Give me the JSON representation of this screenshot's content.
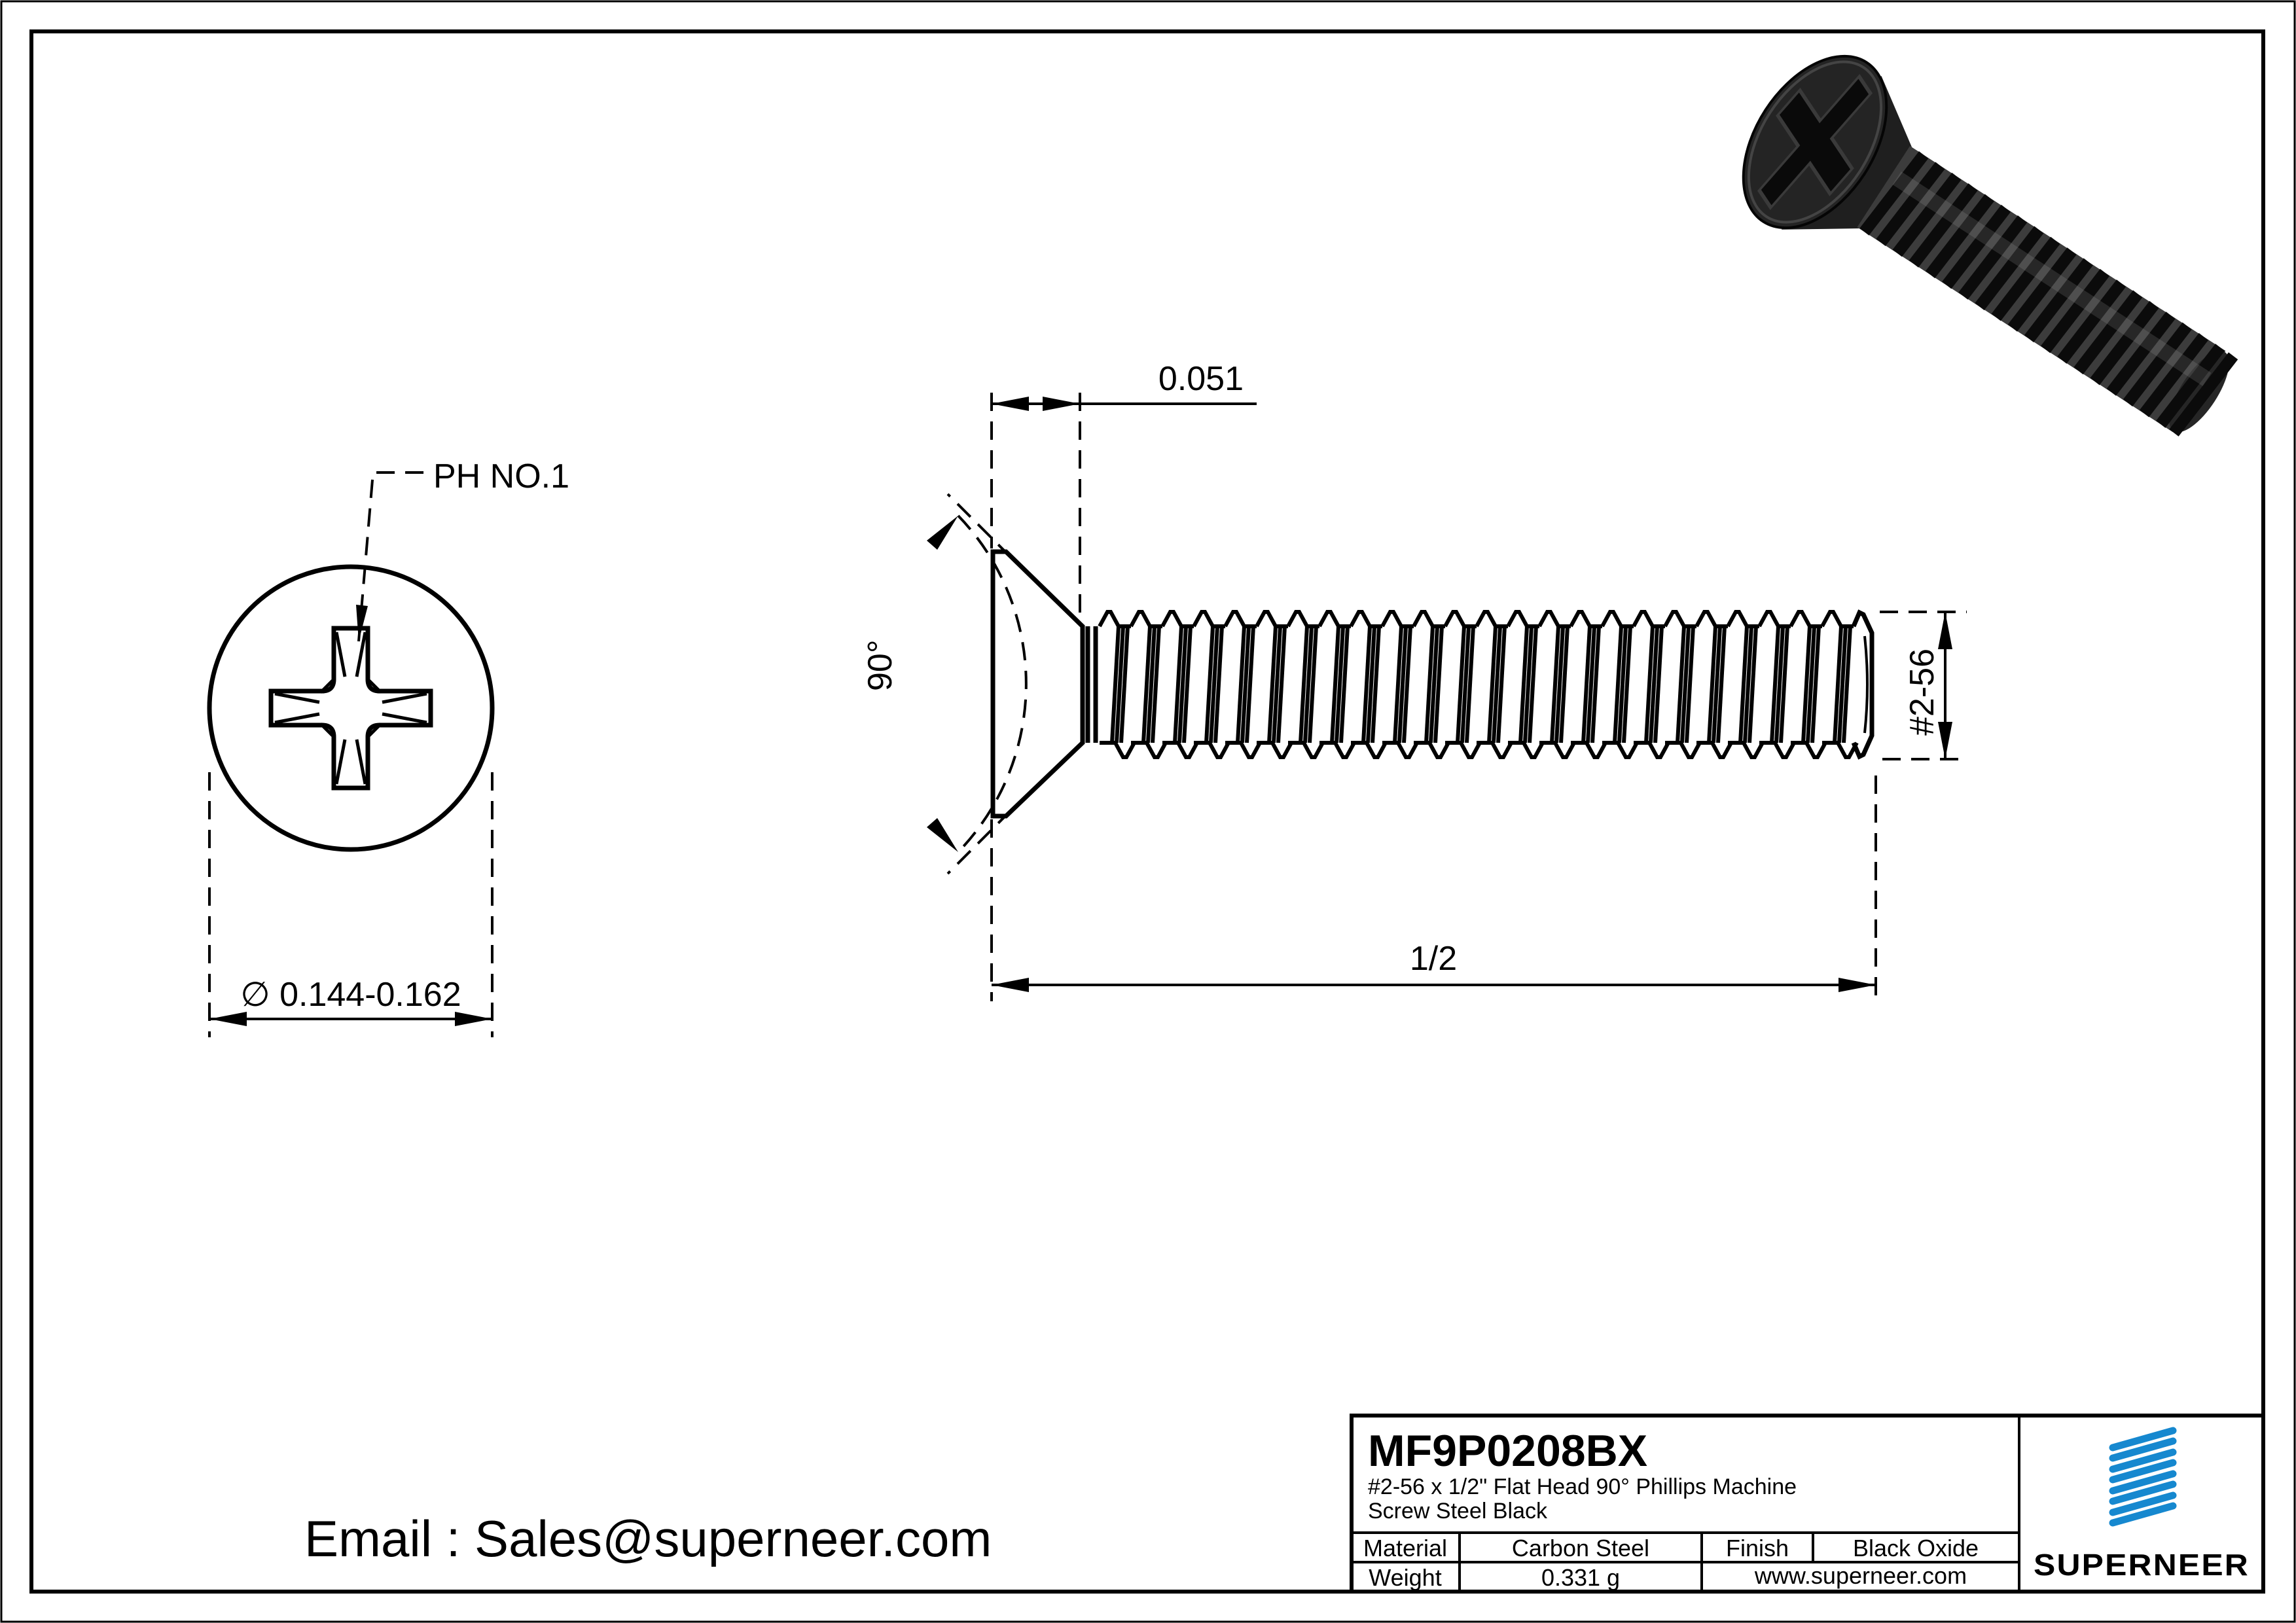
{
  "drawing": {
    "top_view": {
      "callout": "PH NO.1",
      "diameter": "∅ 0.144-0.162"
    },
    "side_view": {
      "head_height": "0.051",
      "head_angle": "90°",
      "thread_size": "#2-56",
      "length": "1/2"
    },
    "email_line": "Email : Sales@superneer.com"
  },
  "title_block": {
    "part_number": "MF9P0208BX",
    "description_line1": "#2-56 x 1/2\" Flat Head 90° Phillips Machine",
    "description_line2": "Screw Steel Black",
    "material_label": "Material",
    "material_value": "Carbon Steel",
    "finish_label": "Finish",
    "finish_value": "Black Oxide",
    "weight_label": "Weight",
    "weight_value": "0.331 g",
    "website": "www.superneer.com",
    "brand": "SUPERNEER",
    "brand_color": "#1688cf",
    "line_color": "#000000"
  }
}
